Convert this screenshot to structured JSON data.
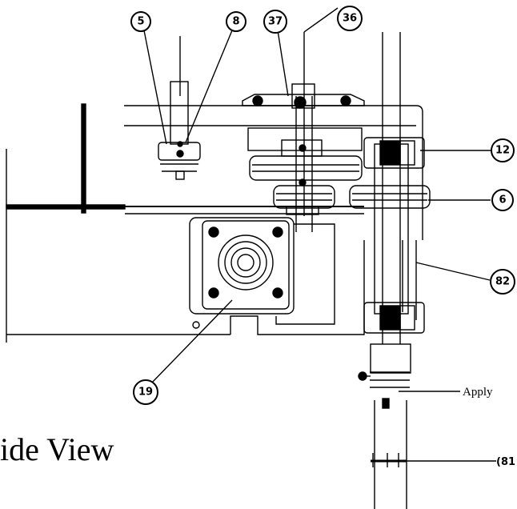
{
  "view_title": "ide View",
  "balloons": [
    {
      "id": "5",
      "label": "5"
    },
    {
      "id": "8",
      "label": "8"
    },
    {
      "id": "37",
      "label": "37"
    },
    {
      "id": "36",
      "label": "36"
    },
    {
      "id": "12",
      "label": "12"
    },
    {
      "id": "6",
      "label": "6"
    },
    {
      "id": "82",
      "label": "82"
    },
    {
      "id": "19",
      "label": "19"
    }
  ],
  "partial_label": "(81",
  "note": "Apply"
}
